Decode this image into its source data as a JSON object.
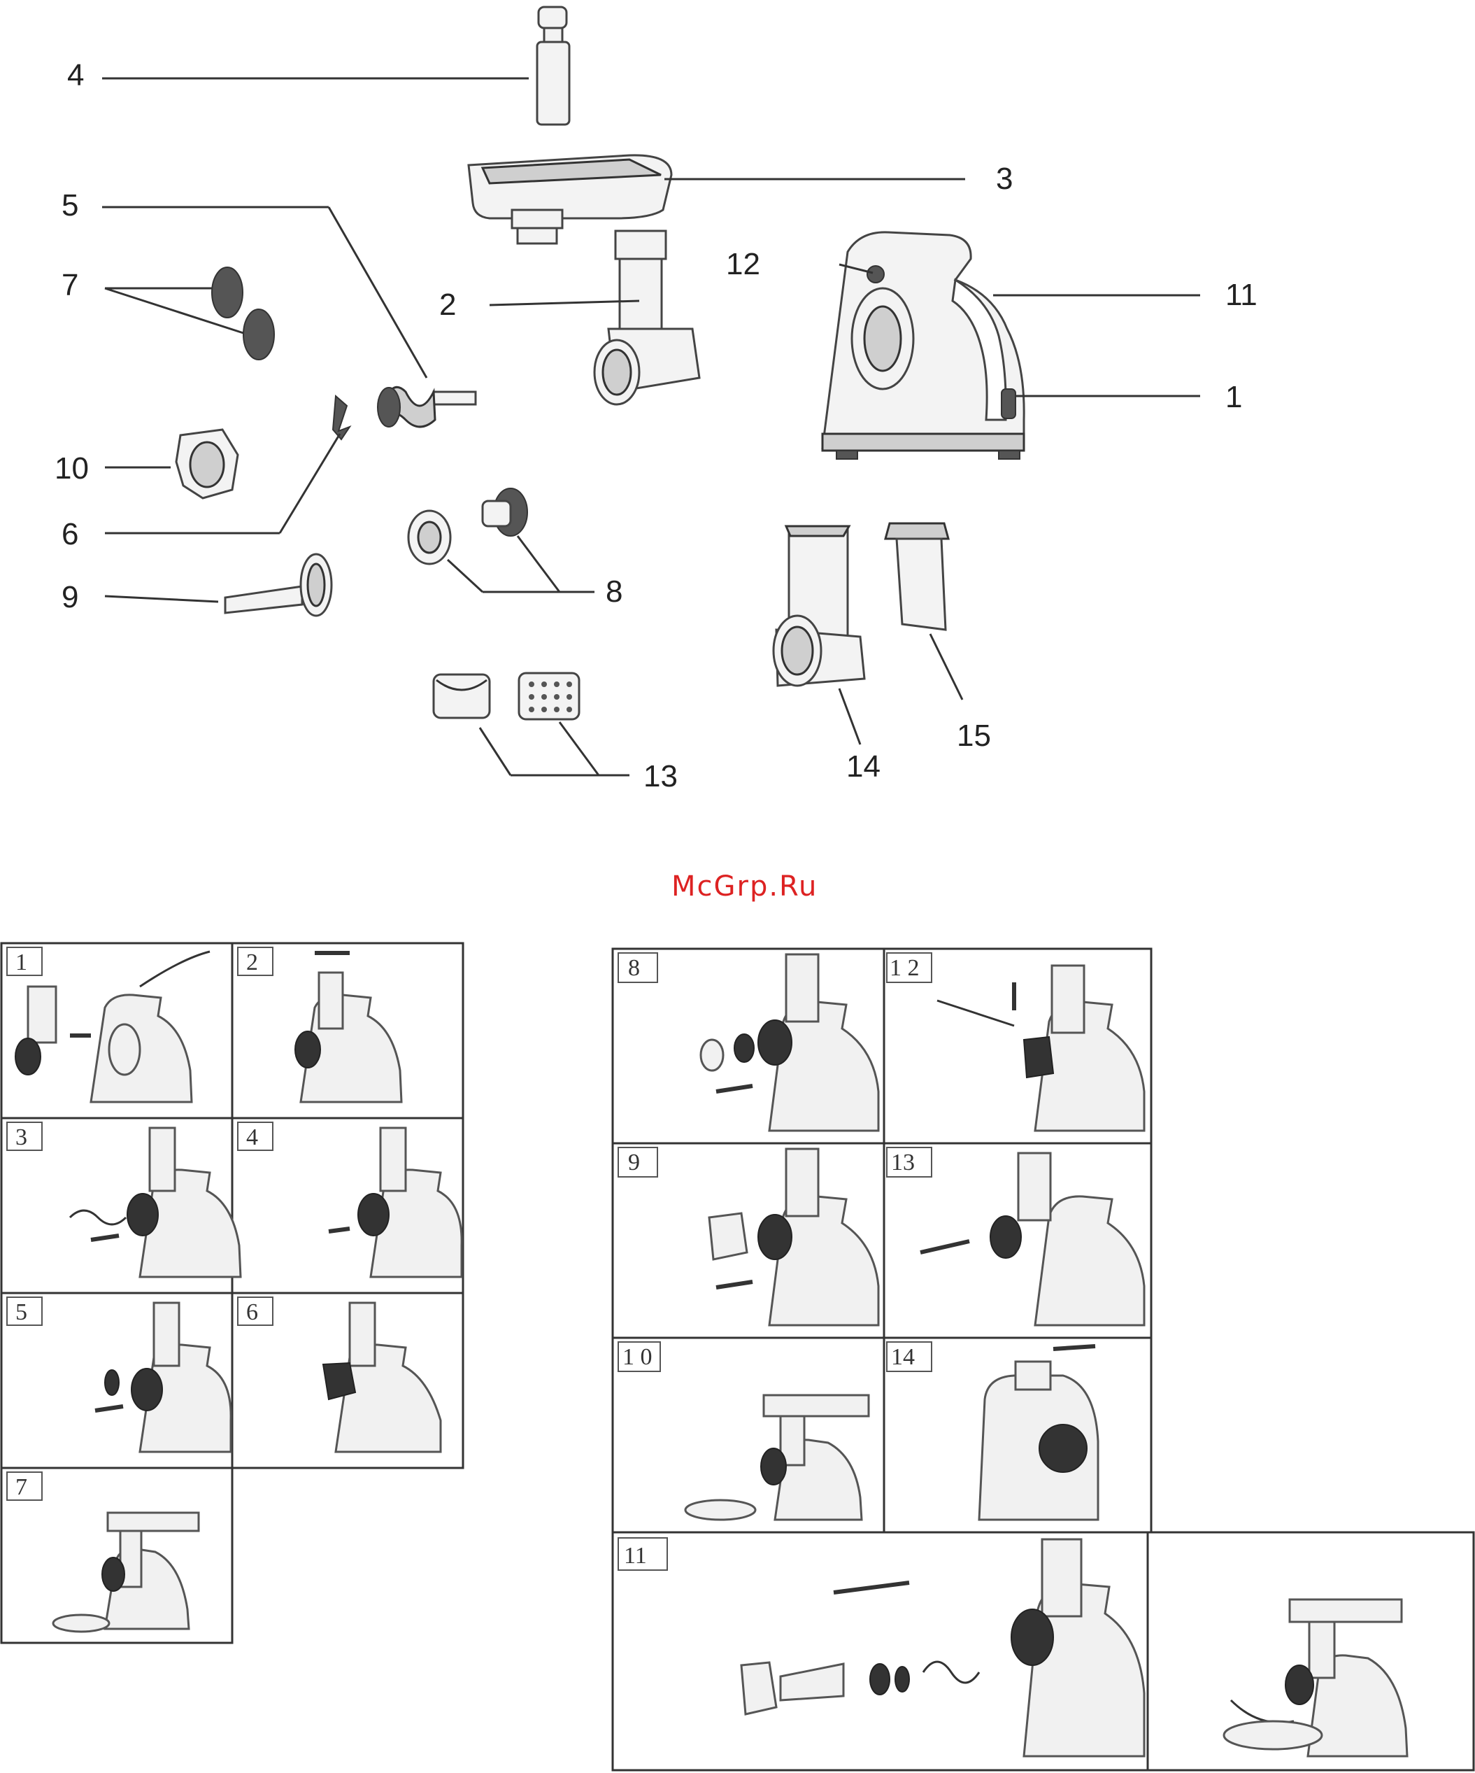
{
  "watermark": "McGrp.Ru",
  "parts": [
    {
      "id": "1",
      "label": "1"
    },
    {
      "id": "2",
      "label": "2"
    },
    {
      "id": "3",
      "label": "3"
    },
    {
      "id": "4",
      "label": "4"
    },
    {
      "id": "5",
      "label": "5"
    },
    {
      "id": "6",
      "label": "6"
    },
    {
      "id": "7",
      "label": "7"
    },
    {
      "id": "8",
      "label": "8"
    },
    {
      "id": "9",
      "label": "9"
    },
    {
      "id": "10",
      "label": "10"
    },
    {
      "id": "11",
      "label": "11"
    },
    {
      "id": "12",
      "label": "12"
    },
    {
      "id": "13",
      "label": "13"
    },
    {
      "id": "14",
      "label": "14"
    },
    {
      "id": "15",
      "label": "15"
    }
  ],
  "steps": [
    {
      "id": "s1",
      "label": "1"
    },
    {
      "id": "s2",
      "label": "2"
    },
    {
      "id": "s3",
      "label": "3"
    },
    {
      "id": "s4",
      "label": "4"
    },
    {
      "id": "s5",
      "label": "5"
    },
    {
      "id": "s6",
      "label": "6"
    },
    {
      "id": "s7",
      "label": "7"
    },
    {
      "id": "s8",
      "label": "8"
    },
    {
      "id": "s9",
      "label": "9"
    },
    {
      "id": "s10",
      "label": "1 0"
    },
    {
      "id": "s11",
      "label": "11"
    },
    {
      "id": "s12",
      "label": "1 2"
    },
    {
      "id": "s13",
      "label": "13"
    },
    {
      "id": "s14",
      "label": "14"
    }
  ]
}
